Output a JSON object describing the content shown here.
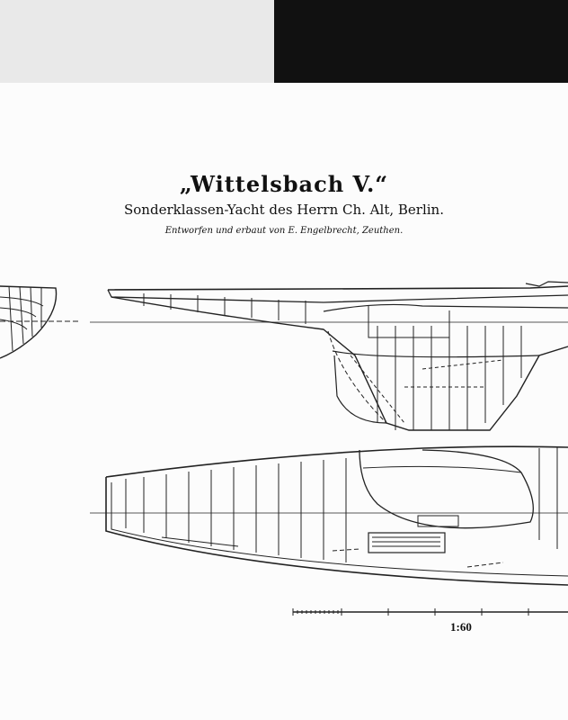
{
  "document": {
    "title": "„Wittelsbach V.“",
    "subtitle": "Sonderklassen-Yacht des Herrn Ch. Alt, Berlin.",
    "credit": "Entworfen und erbaut von E. Engelbrecht, Zeuthen.",
    "scale_label": "1:60"
  }
}
